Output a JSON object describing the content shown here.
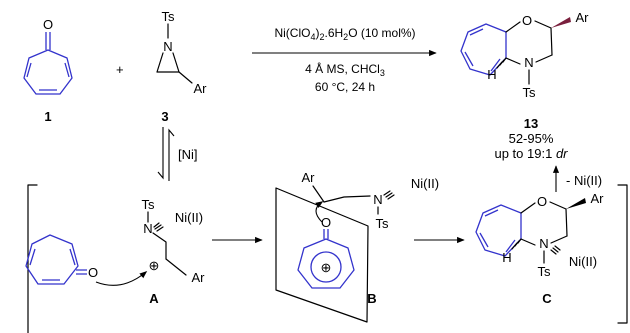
{
  "colors": {
    "highlight": "#3333cc",
    "stereo_bond": "#7a1f3d",
    "ink": "#000000"
  },
  "compounds": {
    "c1": {
      "number": "1",
      "atom_O": "O"
    },
    "c3": {
      "number": "3",
      "group_Ts": "Ts",
      "atom_N": "N",
      "group_Ar": "Ar"
    },
    "c13": {
      "number": "13",
      "atom_O": "O",
      "group_Ar": "Ar",
      "atom_H": "H",
      "atom_N": "N",
      "group_Ts": "Ts",
      "yield": "52-95%",
      "dr_prefix": "up to 19:1 ",
      "dr_italic": "dr"
    }
  },
  "conditions": {
    "catalyst_main": "Ni(ClO",
    "catalyst_sub1": "4",
    "catalyst_mid": ")",
    "catalyst_sub2": "2",
    "catalyst_end": ".6H",
    "catalyst_sub3": "2",
    "catalyst_tail": "O (10 mol%)",
    "sieves_solvent": "4 Å MS, CHCl",
    "solvent_sub": "3",
    "temp_time": "60 °C, 24 h",
    "plus": "+",
    "equilibrium_label": "[Ni]",
    "elimination_label": "- Ni(II)"
  },
  "intermediates": {
    "A": {
      "label": "A",
      "group_Ts": "Ts",
      "atom_N": "N",
      "metal": "Ni(II)",
      "group_Ar": "Ar",
      "atom_O": "O",
      "charge": "⊕"
    },
    "B": {
      "label": "B",
      "group_Ar": "Ar",
      "atom_N": "N",
      "metal": "Ni(II)",
      "group_Ts": "Ts",
      "atom_O": "O",
      "charge": "⊕"
    },
    "C": {
      "label": "C",
      "atom_O": "O",
      "group_Ar": "Ar",
      "atom_H": "H",
      "atom_N": "N",
      "metal": "Ni(II)",
      "group_Ts": "Ts"
    }
  }
}
